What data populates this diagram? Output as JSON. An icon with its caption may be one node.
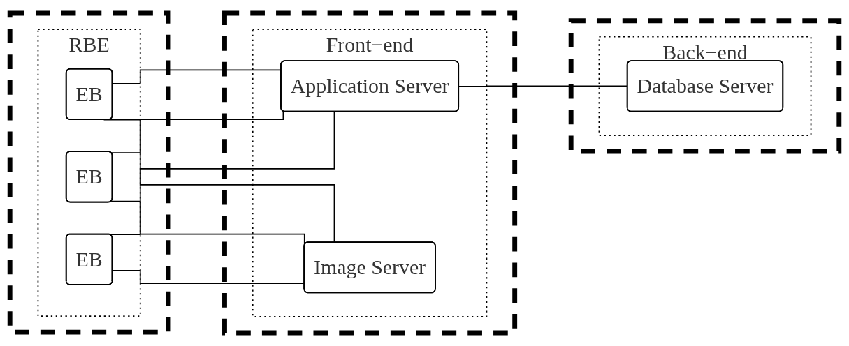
{
  "diagram": {
    "nodes": [
      {
        "text": [],
        "shape": "box"
      },
      {
        "text": [
          "RBE"
        ],
        "in": 0
      },
      {
        "text": [
          "EB"
        ],
        "in": 1
      },
      {
        "text": [
          "EB"
        ],
        "in": 1
      },
      {
        "text": [
          "EB"
        ],
        "in": 1
      },
      {
        "text": [],
        "shape": "box"
      },
      {
        "text": [
          "Front−end"
        ],
        "in": 5
      },
      {
        "text": [
          "Application Server"
        ],
        "in": 6
      },
      {
        "text": [
          "Image Server"
        ],
        "in": 6
      },
      {
        "text": [],
        "shape": "box"
      },
      {
        "text": [
          "Back−end"
        ],
        "in": 9
      },
      {
        "text": [
          "Database Server"
        ],
        "in": 10
      }
    ],
    "edges": [
      {
        "from": 2,
        "to": 7,
        "arrow": "none"
      },
      {
        "from": 2,
        "to": 8,
        "arrow": "none"
      },
      {
        "from": 3,
        "to": 7,
        "arrow": "none"
      },
      {
        "from": 3,
        "to": 8,
        "arrow": "none"
      },
      {
        "from": 4,
        "to": 7,
        "arrow": "none"
      },
      {
        "from": 4,
        "to": 8,
        "arrow": "none"
      },
      {
        "from": 7,
        "to": 11,
        "arrow": "none"
      }
    ]
  }
}
